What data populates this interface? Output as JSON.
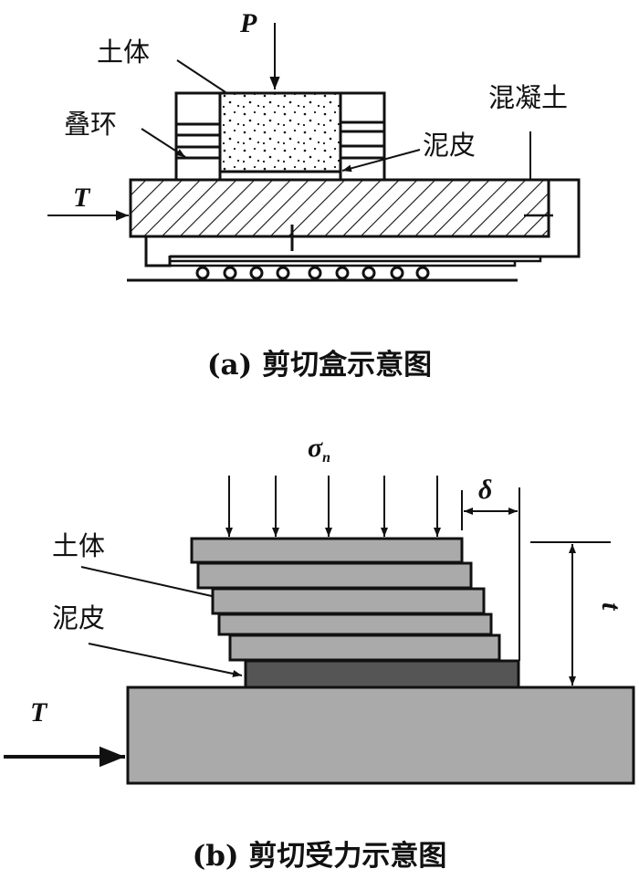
{
  "panel_a": {
    "caption": "(a) 剪切盒示意图",
    "labels": {
      "load": "P",
      "soil": "土体",
      "stacked_rings": "叠环",
      "mud_skin": "泥皮",
      "concrete": "混凝土",
      "shear_force": "T"
    }
  },
  "panel_b": {
    "caption": "(b) 剪切受力示意图",
    "labels": {
      "normal_stress": "σ",
      "normal_stress_subscript": "n",
      "displacement": "δ",
      "thickness": "t",
      "soil": "土体",
      "mud_skin": "泥皮",
      "shear_force": "T"
    },
    "normal_stress_arrow_count": 5,
    "soil_layer_count": 5
  },
  "colors": {
    "line": "#111111",
    "soil_layer_fill": "#aaaaaa",
    "mud_skin_fill": "#555555",
    "base_fill": "#aaaaaa",
    "background": "#ffffff"
  }
}
